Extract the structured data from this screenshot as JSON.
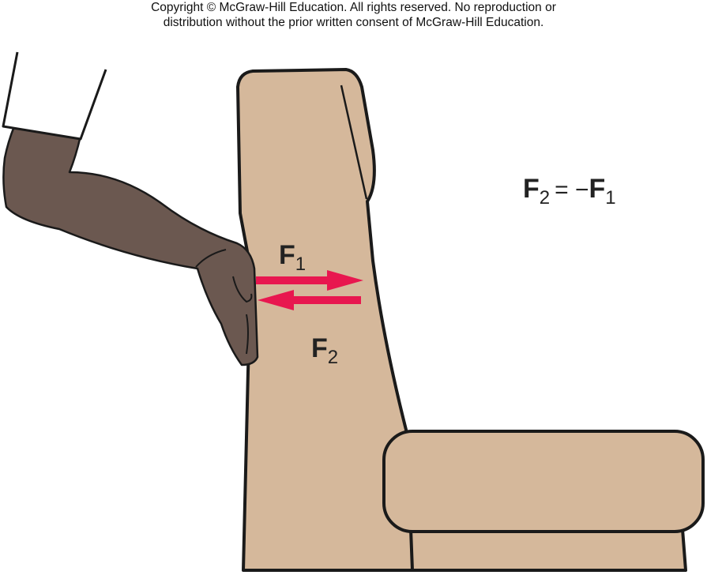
{
  "copyright": {
    "line1": "Copyright © McGraw-Hill Education.  All rights reserved. No reproduction or",
    "line2": "distribution without the prior written consent of McGraw-Hill Education."
  },
  "labels": {
    "f1": {
      "symbol": "F",
      "subscript": "1"
    },
    "f2": {
      "symbol": "F",
      "subscript": "2"
    },
    "equation": {
      "lhs_symbol": "F",
      "lhs_subscript": "2",
      "operator": "= −",
      "rhs_symbol": "F",
      "rhs_subscript": "1"
    }
  },
  "colors": {
    "seat": "#d5b89b",
    "outline": "#1a1a1a",
    "skin": "#6b5850",
    "sleeve": "#ffffff",
    "arrow": "#e8174f"
  }
}
